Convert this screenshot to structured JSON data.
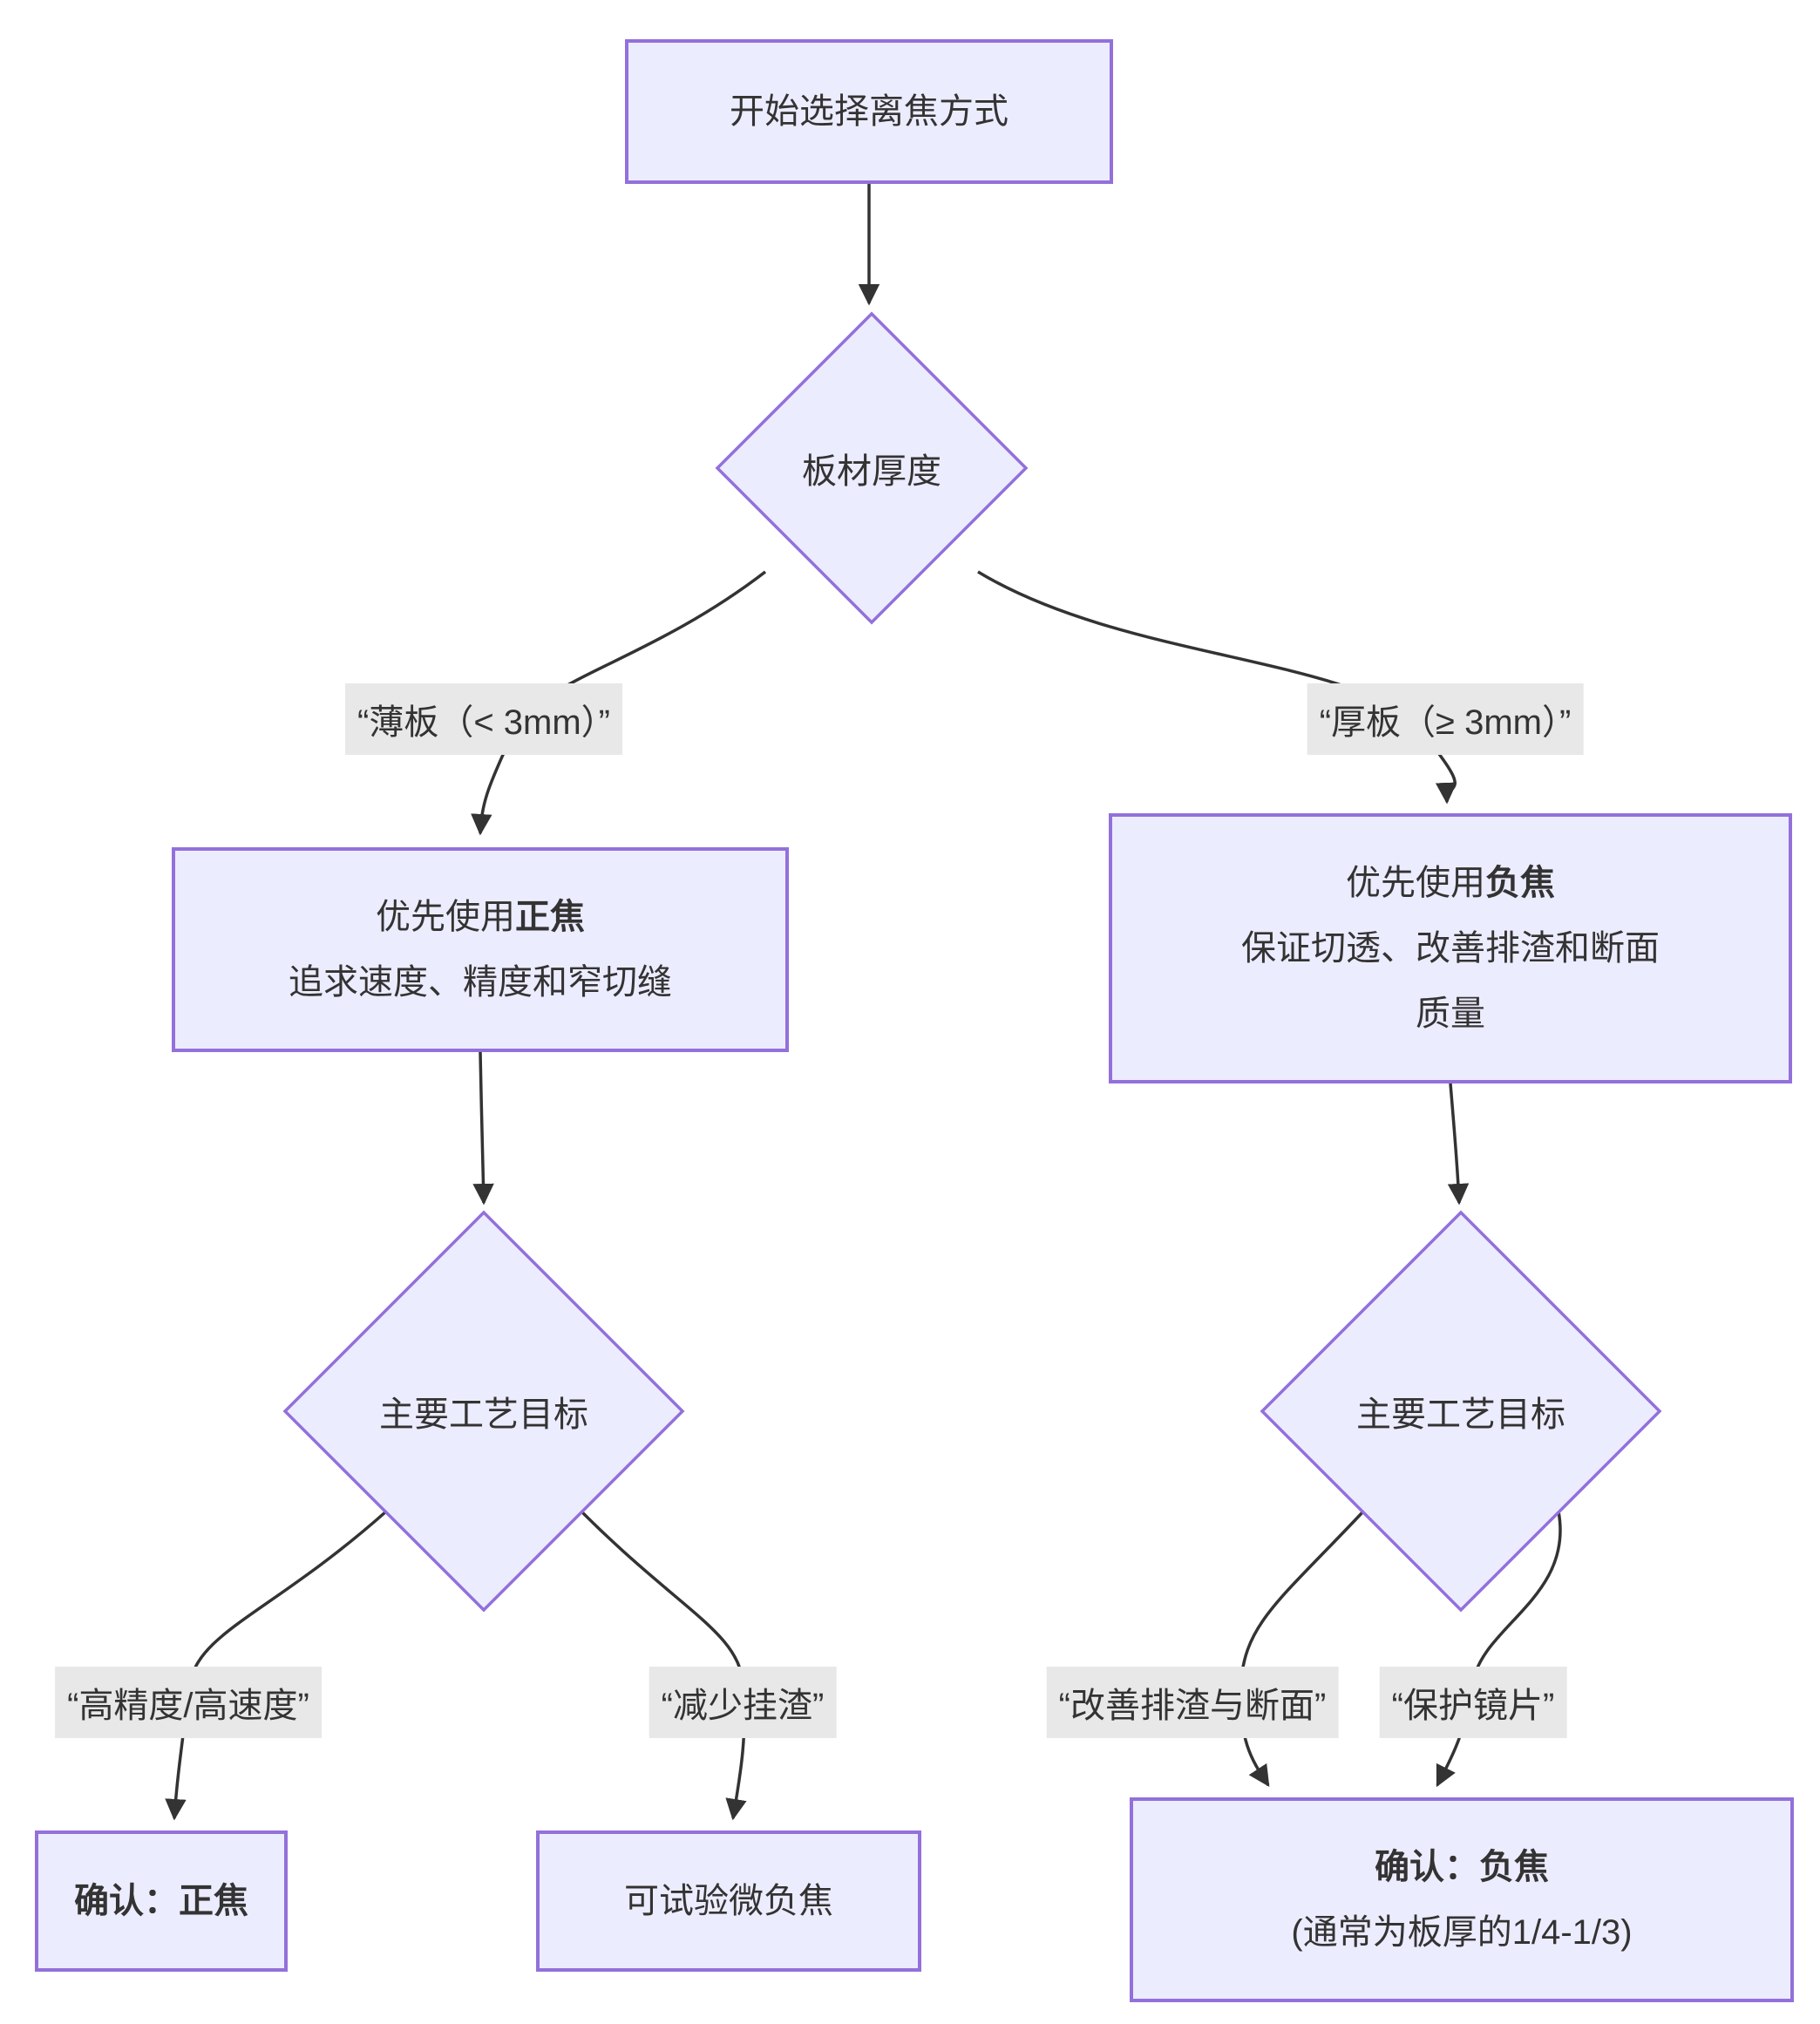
{
  "nodes": {
    "start": {
      "label": "开始选择离焦方式"
    },
    "thickness_decision": {
      "label": "板材厚度"
    },
    "positive_focus": {
      "prefix": "优先使用",
      "bold": "正焦",
      "line2": "追求速度、精度和窄切缝"
    },
    "negative_focus": {
      "prefix": "优先使用",
      "bold": "负焦",
      "line2": "保证切透、改善排渣和断面",
      "line3": "质量"
    },
    "goal_left": {
      "label": "主要工艺目标"
    },
    "goal_right": {
      "label": "主要工艺目标"
    },
    "confirm_positive": {
      "label": "确认：正焦"
    },
    "micro_negative": {
      "label": "可试验微负焦"
    },
    "confirm_negative": {
      "line1": "确认：负焦",
      "line2": "(通常为板厚的1/4-1/3)"
    }
  },
  "edge_labels": {
    "thin_plate": "“薄板（< 3mm）”",
    "thick_plate": "“厚板（≥ 3mm）”",
    "high_precision": "“高精度/高速度”",
    "reduce_dross": "“减少挂渣”",
    "improve_dross_section": "“改善排渣与断面”",
    "protect_lens": "“保护镜片”"
  },
  "colors": {
    "node_fill": "#ECECFF",
    "node_border": "#9370DB",
    "edge_stroke": "#333333",
    "label_bg": "#e8e8e8",
    "text": "#333333"
  }
}
